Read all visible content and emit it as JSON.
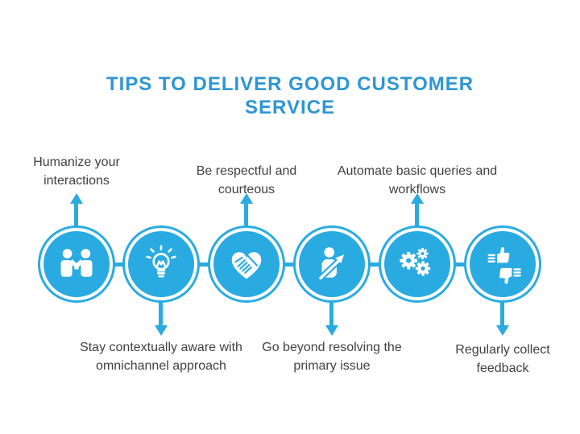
{
  "title": "TIPS TO DELIVER GOOD CUSTOMER SERVICE",
  "colors": {
    "accent": "#29ABE2",
    "title_text": "#2E96D4",
    "label_text": "#414042",
    "icon_fill": "#FFFFFF",
    "background": "#FFFFFF"
  },
  "steps": [
    {
      "label": "Humanize your interactions",
      "position": "top",
      "icon": "handshake-icon"
    },
    {
      "label": "Stay contextually aware with omnichannel approach",
      "position": "bottom",
      "icon": "lightbulb-icon"
    },
    {
      "label": "Be respectful and courteous",
      "position": "top",
      "icon": "heart-handshake-icon"
    },
    {
      "label": "Go beyond resolving the primary issue",
      "position": "bottom",
      "icon": "person-growth-icon"
    },
    {
      "label": "Automate basic queries and workflows",
      "position": "top",
      "icon": "gears-icon"
    },
    {
      "label": "Regularly collect feedback",
      "position": "bottom",
      "icon": "feedback-thumbs-icon"
    }
  ]
}
